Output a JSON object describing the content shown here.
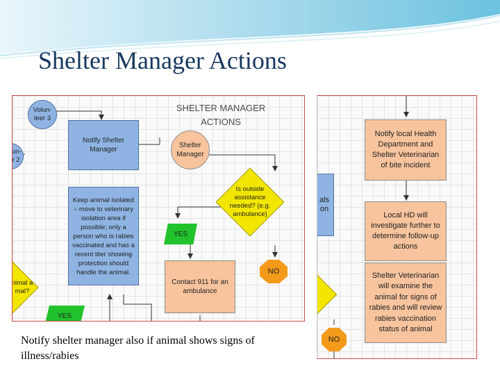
{
  "slide": {
    "title": "Shelter Manager Actions",
    "caption": "Notify shelter manager also if animal shows signs of illness/rabies"
  },
  "colors": {
    "title": "#17375e",
    "blue_box": "#8fb4e3",
    "orange_box": "#f7c49d",
    "decision": "#f2e600",
    "yes": "#22c22c",
    "no": "#f39a1a",
    "panel_border": "#d24a4a"
  },
  "left_panel": {
    "heading_line1": "SHELTER MANAGER",
    "heading_line2": "ACTIONS",
    "volunteer3": "Volun- teer 3",
    "volunteer2_partial": "un- r 2",
    "notify_manager": "Notify Shelter Manager",
    "shelter_manager": "Shelter Manager",
    "outside_question": "Is outside assistance needed? (e.g. ambulance)",
    "yes_label": "YES",
    "yes_label_bottom": "YES",
    "no_label": "NO",
    "isolate": "Keep animal isolated – move to veterinary isolation area if possible; only a person who is rabies vaccinated and has a recent titer showing protection should handle the animal.",
    "contact_911": "Contact 911 for an ambulance",
    "animal_partial": "nimal a mal?"
  },
  "right_panel": {
    "partial_box": "als on",
    "notify_local_hd": "Notify local Health Department and Shelter Veterinarian of bite incident",
    "local_hd": "Local HD will investigate further to determine follow-up actions",
    "vet_exam": "Shelter Veterinarian will examine the animal for signs of rabies and will review rabies vaccination status of animal",
    "no_label": "NO"
  }
}
